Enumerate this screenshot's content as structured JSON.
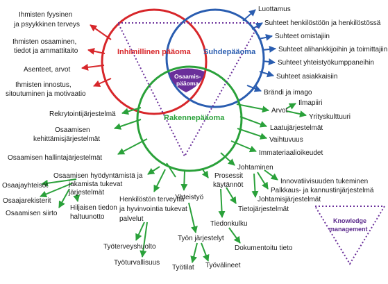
{
  "colors": {
    "red": "#d7262a",
    "blue": "#2a5db0",
    "green": "#2aa13a",
    "purple": "#6a2f9a"
  },
  "circles": {
    "human": "Inhimillinen pääoma",
    "relation": "Suhdepääoma",
    "structure": "Rakennepääoma",
    "center_line1": "Osaamis-",
    "center_line2": "pääoma"
  },
  "human_items": {
    "i1_l1": "Ihmisten fyysinen",
    "i1_l2": "ja psyykkinen terveys",
    "i2_l1": "Ihmisten osaaminen,",
    "i2_l2": "tiedot ja ammattitaito",
    "i3": "Asenteet, arvot",
    "i4_l1": "Ihmisten innostus,",
    "i4_l2": "sitoutuminen ja motivaatio"
  },
  "relation_items": [
    "Luottamus",
    "Suhteet henkilöstöön ja henkilöstössä",
    "Suhteet omistajiin",
    "Suhteet alihankkijoihin ja toimittajiin",
    "Suhteet yhteistyökumppaneihin",
    "Suhteet asiakkaisiin",
    "Brändi ja imago"
  ],
  "structure_left": {
    "rekry": "Rekrytointijärjestelmä",
    "kehitys_l1": "Osaamisen",
    "kehitys_l2": "kehittämisjärjestelmät",
    "hallinta": "Osaamisen hallintajärjestelmät",
    "hyodynt_l1": "Osaamisen hyödyntämistä ja",
    "hyodynt_l2": "jakamista tukevat",
    "hyodynt_l3": "järjestelmät",
    "osaajayhteisot": "Osaajayhteisöt",
    "osaajarekisterit": "Osaajarekisterit",
    "siirto": "Osaamisen siirto",
    "hiljainen_l1": "Hiljaisen tiedon",
    "hiljainen_l2": "haltuunotto"
  },
  "structure_bottom": {
    "terveys_l1": "Henkilöstön terveyttä",
    "terveys_l2": "ja hyvinvointia tukevat",
    "terveys_l3": "palvelut",
    "tyoterveys": "Työterveyshuolto",
    "tyoturvallisuus": "Työturvallisuus",
    "yhteistyo": "Yhteistyö",
    "tyon_jarj": "Työn järjestelyt",
    "tyotilat": "Työtilat",
    "tyovalineet": "Työvälineet",
    "prosessit_l1": "Prosessit",
    "prosessit_l2": "käytännöt",
    "tietojarj": "Tietojärjestelmät",
    "tiedonkulku": "Tiedonkulku",
    "dokumentoitu": "Dokumentoitu tieto"
  },
  "structure_right": {
    "arvot": "Arvot",
    "ilmapiiri": "Ilmapiiri",
    "yrityskulttuuri": "Yrityskulttuuri",
    "laatu": "Laatujärjestelmät",
    "vaihtuvuus": "Vaihtuvuus",
    "immateriaali": "Immateriaalioikeudet",
    "johtaminen": "Johtaminen",
    "innovaatio": "Innovatiivisuuden tukeminen",
    "palkkaus": "Palkkaus- ja kannustinjärjestelmä",
    "johtamisjarj": "Johtamisjärjestelmät"
  },
  "legend": {
    "km_l1": "Knowledge",
    "km_l2": "management"
  }
}
